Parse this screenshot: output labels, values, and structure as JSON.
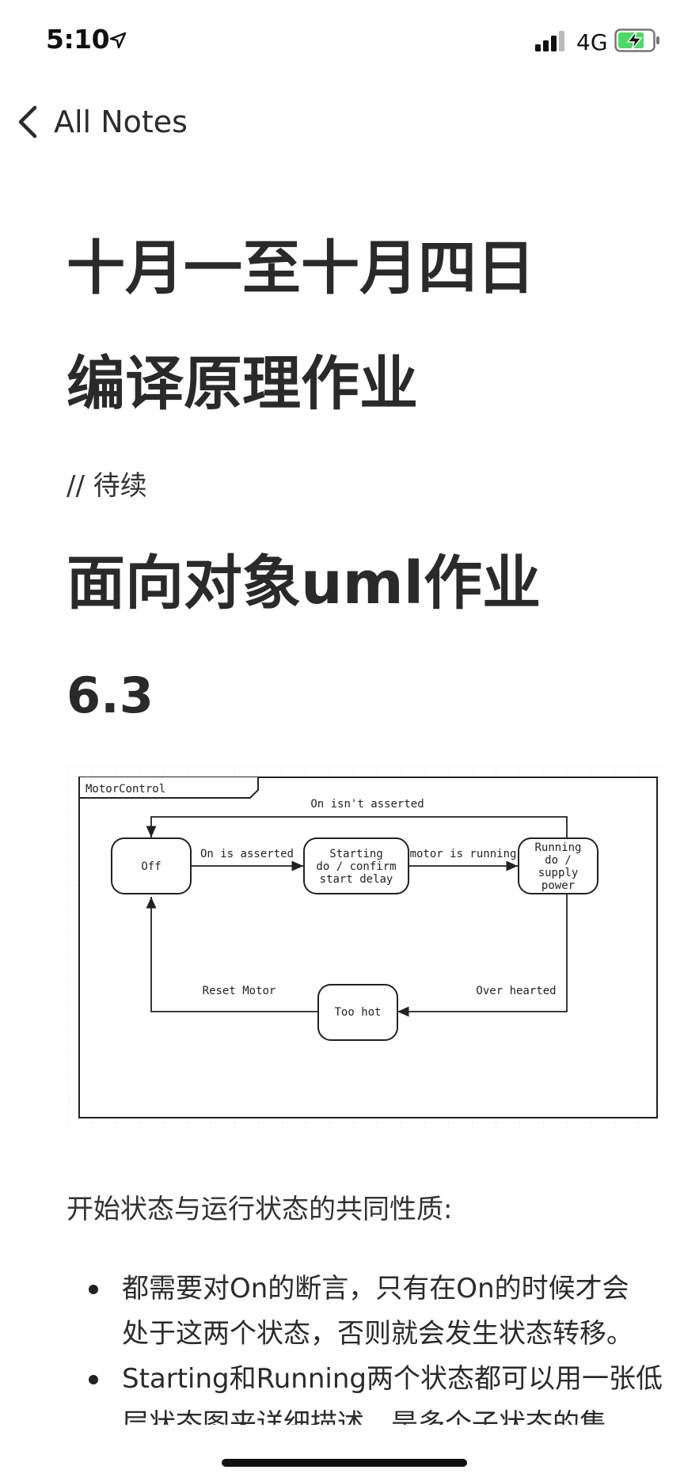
{
  "status_bar": {
    "time": "5:10",
    "network": "4G",
    "location_icon": "location-arrow-icon",
    "signal_icon": "signal-bars-icon",
    "battery_icon": "battery-charging-icon",
    "battery_color": "#4cd964"
  },
  "nav": {
    "back_icon": "chevron-left-icon",
    "back_label": "All Notes"
  },
  "note": {
    "heading_1": "十月一至十月四日",
    "heading_2": "编译原理作业",
    "comment": "// 待续",
    "heading_3": "面向对象uml作业",
    "heading_4": "6.3",
    "diagram": {
      "frame_label": "MotorControl",
      "states": {
        "off": "Off",
        "starting": [
          "Starting",
          "do / confirm",
          "start delay"
        ],
        "running": [
          "Running",
          "do /",
          "supply",
          "power"
        ],
        "too_hot": "Too hot"
      },
      "transitions": {
        "on_not_asserted": "On isn't asserted",
        "on_asserted": "On is asserted",
        "motor_running": "motor is running",
        "over_hearted": "Over hearted",
        "reset_motor": "Reset Motor"
      }
    },
    "paragraph": "开始状态与运行状态的共同性质:",
    "bullets": [
      "都需要对On的断言，只有在On的时候才会\n处于这两个状态，否则就会发生状态转移。",
      "Starting和Running两个状态都可以用一张低\n层状态图来详细描述，是多个子状态的集"
    ]
  }
}
